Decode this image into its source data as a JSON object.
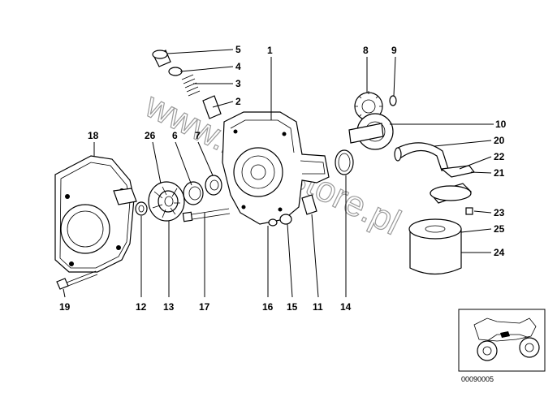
{
  "callouts": {
    "c1": "1",
    "c2": "2",
    "c3": "3",
    "c4": "4",
    "c5": "5",
    "c6": "6",
    "c7": "7",
    "c8": "8",
    "c9": "9",
    "c10": "10",
    "c11": "11",
    "c12": "12",
    "c13": "13",
    "c14": "14",
    "c15": "15",
    "c16": "16",
    "c17": "17",
    "c18": "18",
    "c19": "19",
    "c20": "20",
    "c21": "21",
    "c22": "22",
    "c23": "23",
    "c24": "24",
    "c25": "25",
    "c26": "26"
  },
  "watermark": "www.bmwstore.pl",
  "diagram_code": "00090005",
  "colors": {
    "ink": "#000000",
    "watermark": "#9a9a9a",
    "background": "#ffffff"
  }
}
